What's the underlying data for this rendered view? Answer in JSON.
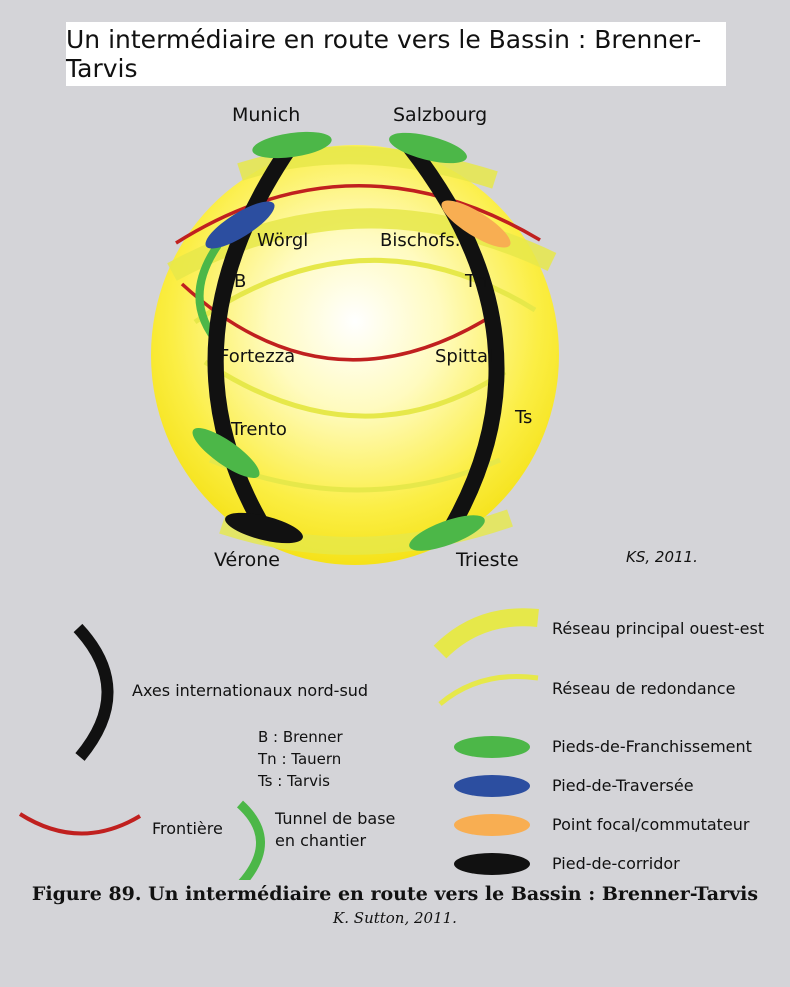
{
  "title": "Un intermédiaire en route vers le Bassin : Brenner-Tarvis",
  "credit": "KS, 2011.",
  "cities": {
    "munich": "Munich",
    "salzbourg": "Salzbourg",
    "worgl": "Wörgl",
    "bischofs": "Bischofs.",
    "fortezza": "Fortezza",
    "spittal": "Spittal",
    "trento": "Trento",
    "verone": "Vérone",
    "trieste": "Trieste"
  },
  "passes": {
    "b": "B",
    "tn": "Tn",
    "ts": "Ts"
  },
  "legend": {
    "axes": "Axes internationaux nord-sud",
    "abbrev": [
      "B : Brenner",
      "Tn : Tauern",
      "Ts : Tarvis"
    ],
    "frontiere": "Frontière",
    "tunnel_line1": "Tunnel de base",
    "tunnel_line2": "en chantier",
    "reseau_principal": "Réseau principal ouest-est",
    "reseau_redondance": "Réseau de redondance",
    "pieds_franchissement": "Pieds-de-Franchissement",
    "pied_traversee": "Pied-de-Traversée",
    "point_focal": "Point focal/commutateur",
    "pied_corridor": "Pied-de-corridor"
  },
  "caption": {
    "main": "Figure 89. Un intermédiaire en route vers le Bassin : Brenner-Tarvis",
    "sub": "K. Sutton, 2011."
  },
  "colors": {
    "axis": "#111111",
    "border": "#c0201f",
    "green": "#4cb748",
    "blue": "#2c4ea0",
    "orange": "#f8ae52",
    "yellow_main": "#e6e84a",
    "sphere_edge": "#f4e012"
  }
}
